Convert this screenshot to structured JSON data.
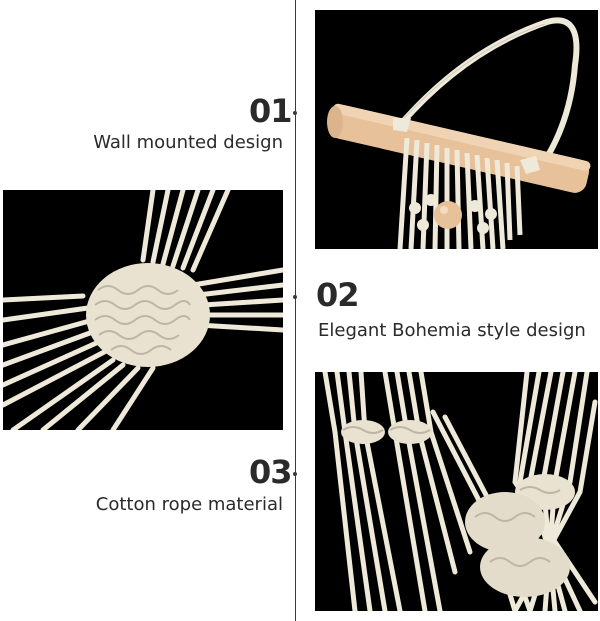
{
  "features": [
    {
      "number": "01",
      "caption": "Wall mounted design"
    },
    {
      "number": "02",
      "caption": "Elegant Bohemia style design"
    },
    {
      "number": "03",
      "caption": "Cotton rope material"
    }
  ],
  "colors": {
    "text": "#2a2a2a",
    "photo_background": "#000000",
    "rope": "#efe9da",
    "wood": "#e6c19a"
  },
  "photos": [
    {
      "subject": "wooden-rod-with-rope-hanger",
      "icon": "rod-hanger-photo"
    },
    {
      "subject": "macrame-knot-closeup",
      "icon": "knot-closeup-photo"
    },
    {
      "subject": "macrame-net-closeup",
      "icon": "net-closeup-photo"
    }
  ]
}
